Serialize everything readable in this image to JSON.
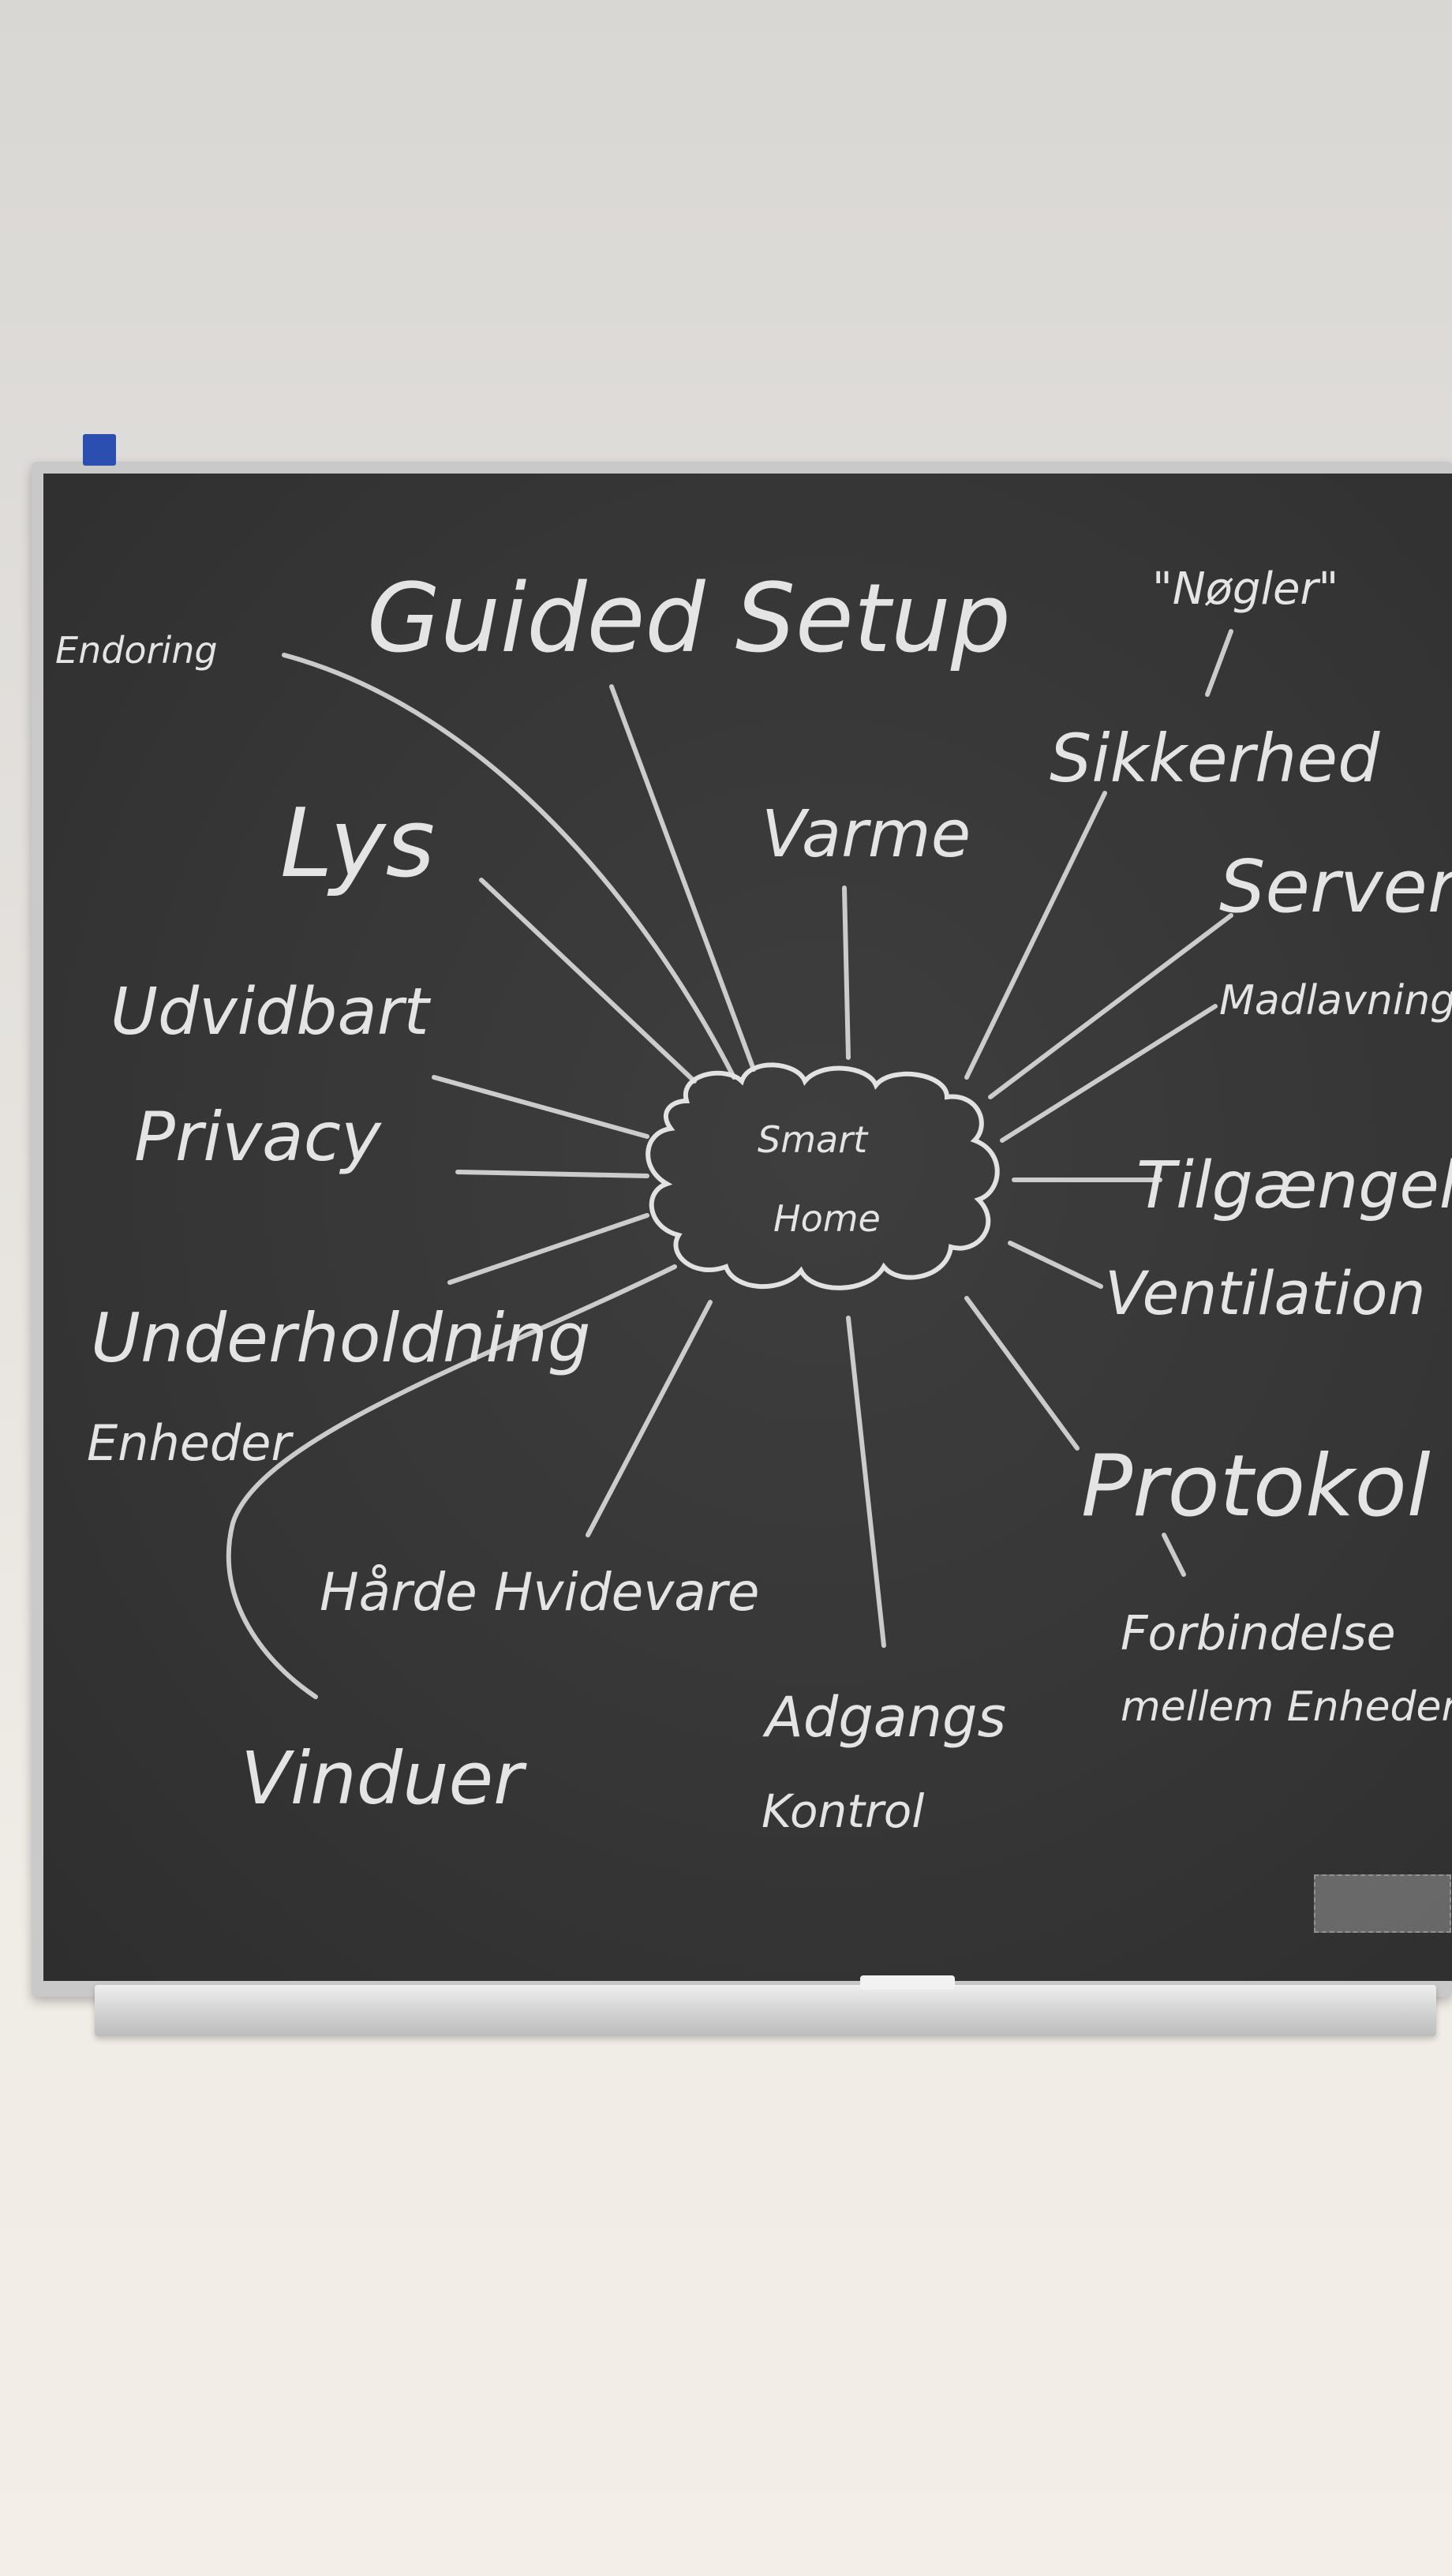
{
  "center": {
    "line1": "Smart",
    "line2": "Home"
  },
  "labels": {
    "guided_setup": "Guided Setup",
    "nogler": "\"Nøgler\"",
    "endoring": "Endoring",
    "lys": "Lys",
    "varme": "Varme",
    "sikkerhed": "Sikkerhed",
    "server": "Server",
    "madlavning": "Madlavning",
    "udvidbart": "Udvidbart",
    "privacy": "Privacy",
    "tilgaengelighed": "Tilgængelighed",
    "underholdning": "Underholdning",
    "ventilation": "Ventilation",
    "enheder": "Enheder",
    "protokol": "Protokol",
    "forbindelse_line1": "Forbindelse",
    "forbindelse_line2": "mellem Enheder",
    "haarde_hvidevarer": "Hårde Hvidevare",
    "adgangs": "Adgangs",
    "kontrol": "Kontrol",
    "vinduer": "Vinduer"
  }
}
